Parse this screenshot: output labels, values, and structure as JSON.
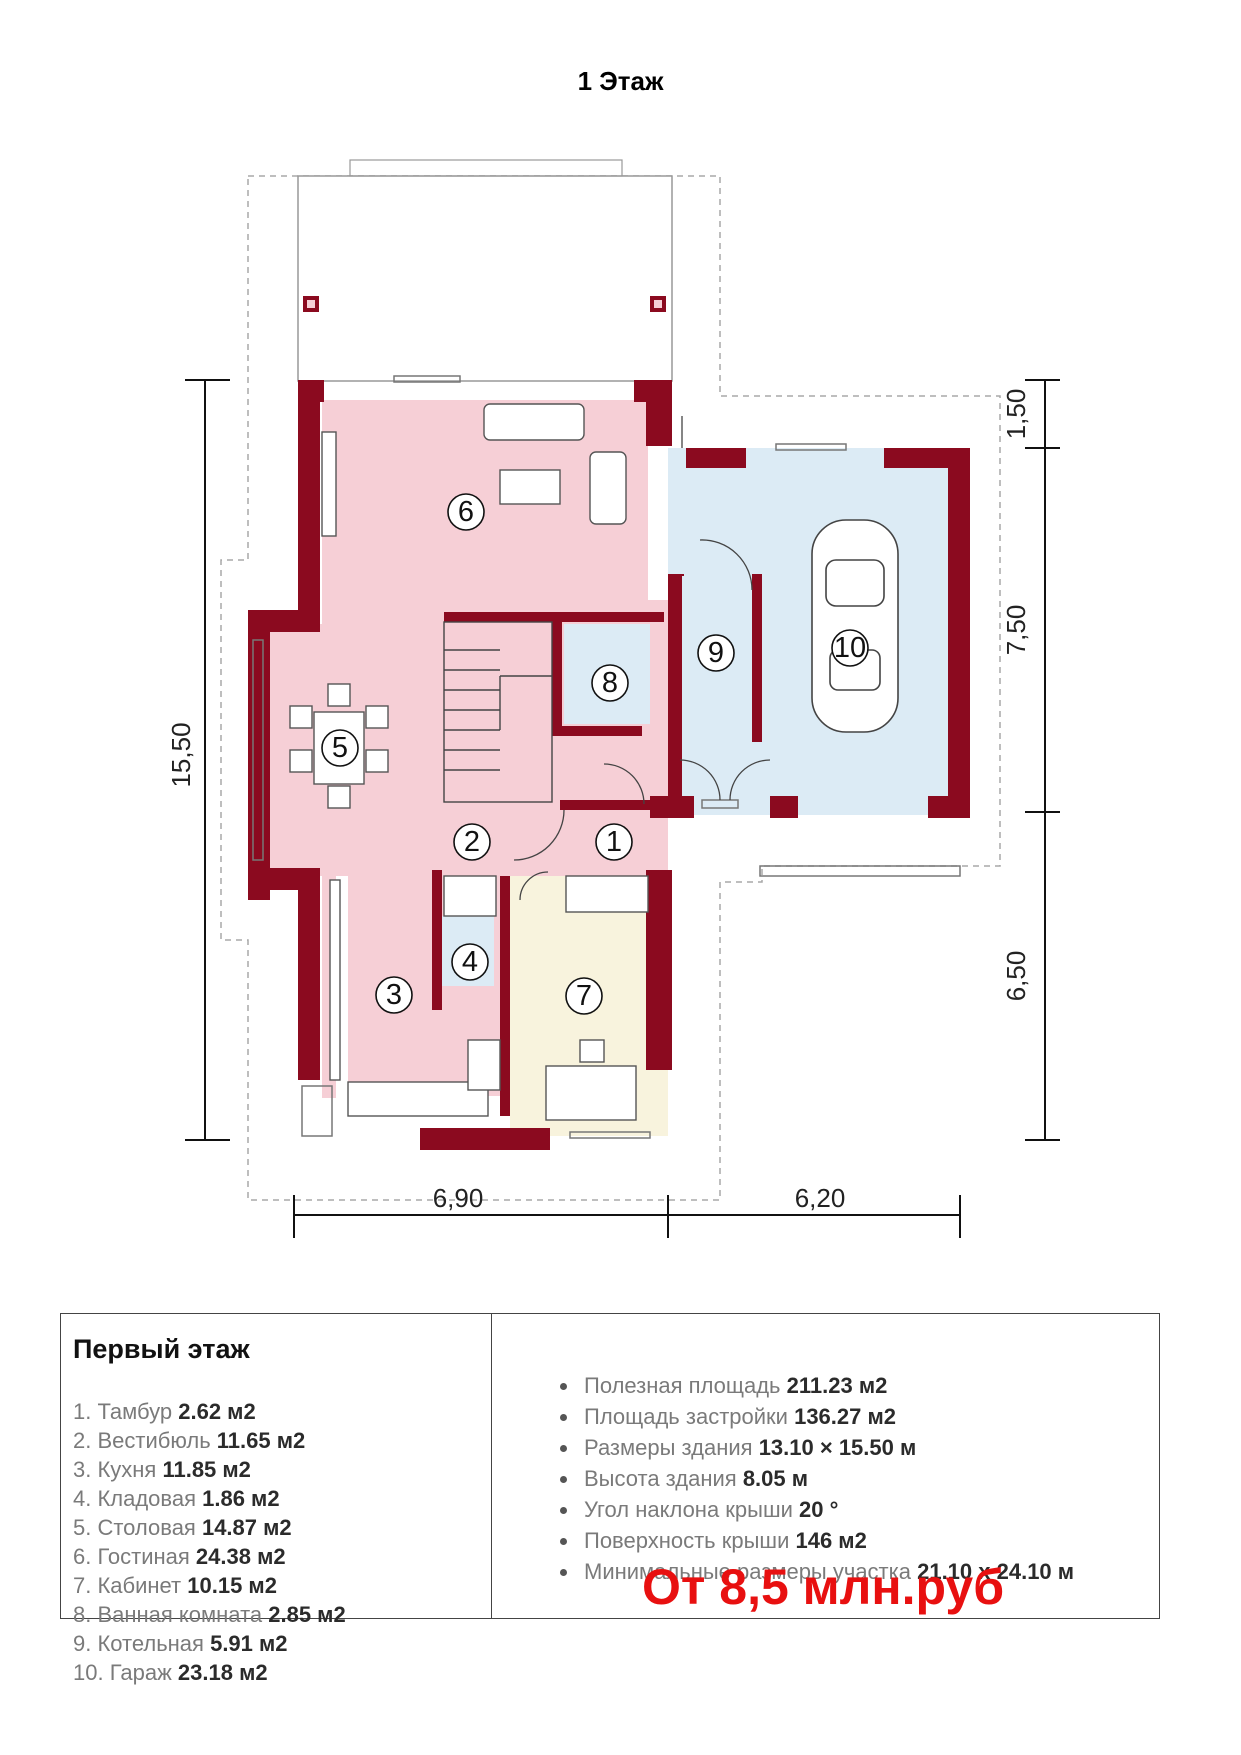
{
  "title": "1 Этаж",
  "colors": {
    "wall": "#8b0a1f",
    "living": "#f6cfd6",
    "garage": "#dcebf5",
    "office": "#f8f3dd",
    "price": "#e81010"
  },
  "dimensions": {
    "total_depth": "15,50",
    "left_width": "6,90",
    "right_width": "6,20",
    "top_offset": "1,50",
    "garage_depth": "7,50",
    "rear_depth": "6,50"
  },
  "rooms_marks": [
    "1",
    "2",
    "3",
    "4",
    "5",
    "6",
    "7",
    "8",
    "9",
    "10"
  ],
  "floor_title": "Первый этаж",
  "rooms": [
    {
      "label": "1. Тамбур ",
      "area": "2.62 м2"
    },
    {
      "label": "2. Вестибюль ",
      "area": "11.65 м2"
    },
    {
      "label": "3. Кухня ",
      "area": "11.85 м2"
    },
    {
      "label": "4. Кладовая ",
      "area": "1.86 м2"
    },
    {
      "label": "5. Столовая ",
      "area": "14.87 м2"
    },
    {
      "label": "6. Гостиная ",
      "area": "24.38 м2"
    },
    {
      "label": "7. Кабинет ",
      "area": "10.15 м2"
    },
    {
      "label": "8. Ванная комната ",
      "area": "2.85 м2"
    },
    {
      "label": "9. Котельная ",
      "area": "5.91 м2"
    },
    {
      "label": "10. Гараж ",
      "area": "23.18 м2"
    }
  ],
  "specs": [
    {
      "label": "Полезная площадь ",
      "value": "211.23 м2"
    },
    {
      "label": "Площадь застройки ",
      "value": "136.27 м2"
    },
    {
      "label": "Размеры здания ",
      "value": "13.10 × 15.50 м"
    },
    {
      "label": "Высота здания ",
      "value": "8.05 м"
    },
    {
      "label": "Угол наклона крыши ",
      "value": "20 °"
    },
    {
      "label": "Поверхность крыши ",
      "value": "146 м2"
    },
    {
      "label": "Минимальные размеры участка ",
      "value": "21.10 x 24.10 м"
    }
  ],
  "price": "От 8,5 млн.руб"
}
